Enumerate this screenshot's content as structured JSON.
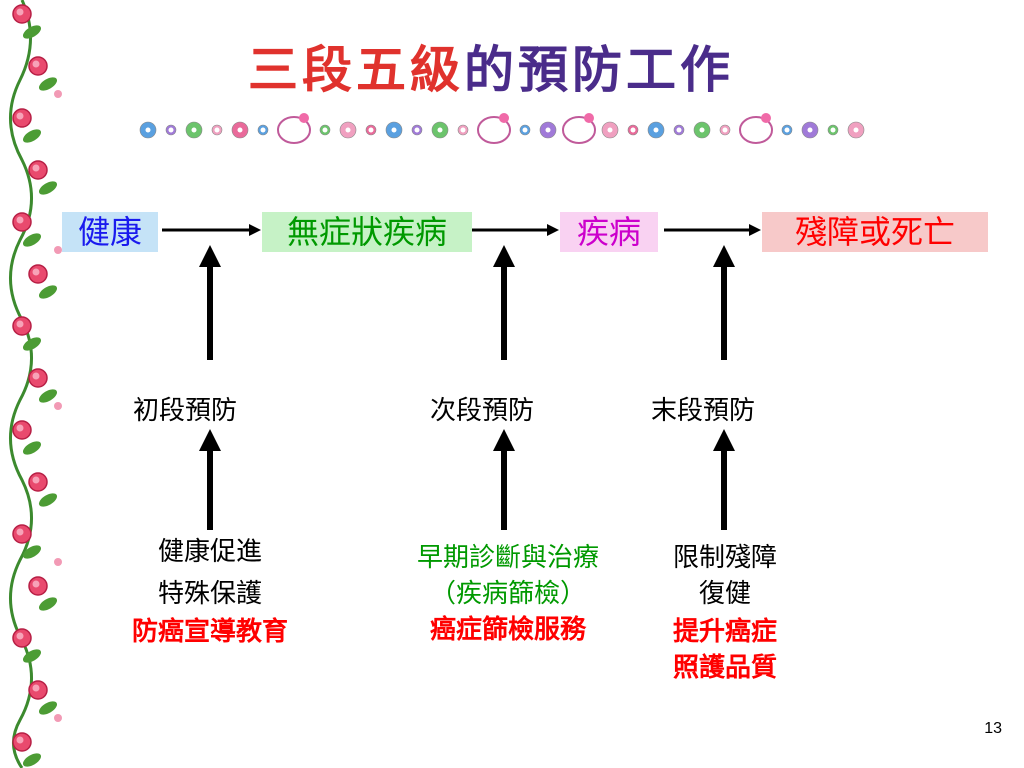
{
  "title": {
    "part1": "三段五級",
    "part2": "的預防工作"
  },
  "colors": {
    "title_red": "#e0322d",
    "title_purple": "#4a2c8a",
    "health": "#1a1aee",
    "asymptomatic": "#009900",
    "disease": "#cc00cc",
    "disability": "#ff0000",
    "health_bg": "#c5e3f7",
    "asymptomatic_bg": "#c6f2c6",
    "disease_bg": "#f9d2f2",
    "disability_bg": "#f7c9c9"
  },
  "stages": {
    "health": "健康",
    "asymptomatic": "無症狀疾病",
    "disease": "疾病",
    "disability": "殘障或死亡"
  },
  "levels": {
    "primary": "初段預防",
    "secondary": "次段預防",
    "tertiary": "末段預防"
  },
  "details": {
    "primary": {
      "line1": "健康促進",
      "line2": "特殊保護",
      "line3": "防癌宣導教育"
    },
    "secondary": {
      "line1": "早期診斷與治療",
      "line2": "（疾病篩檢）",
      "line3": "癌症篩檢服務"
    },
    "tertiary": {
      "line1": "限制殘障",
      "line2": "復健",
      "line3": "提升癌症",
      "line4": "照護品質"
    }
  },
  "page_number": "13"
}
